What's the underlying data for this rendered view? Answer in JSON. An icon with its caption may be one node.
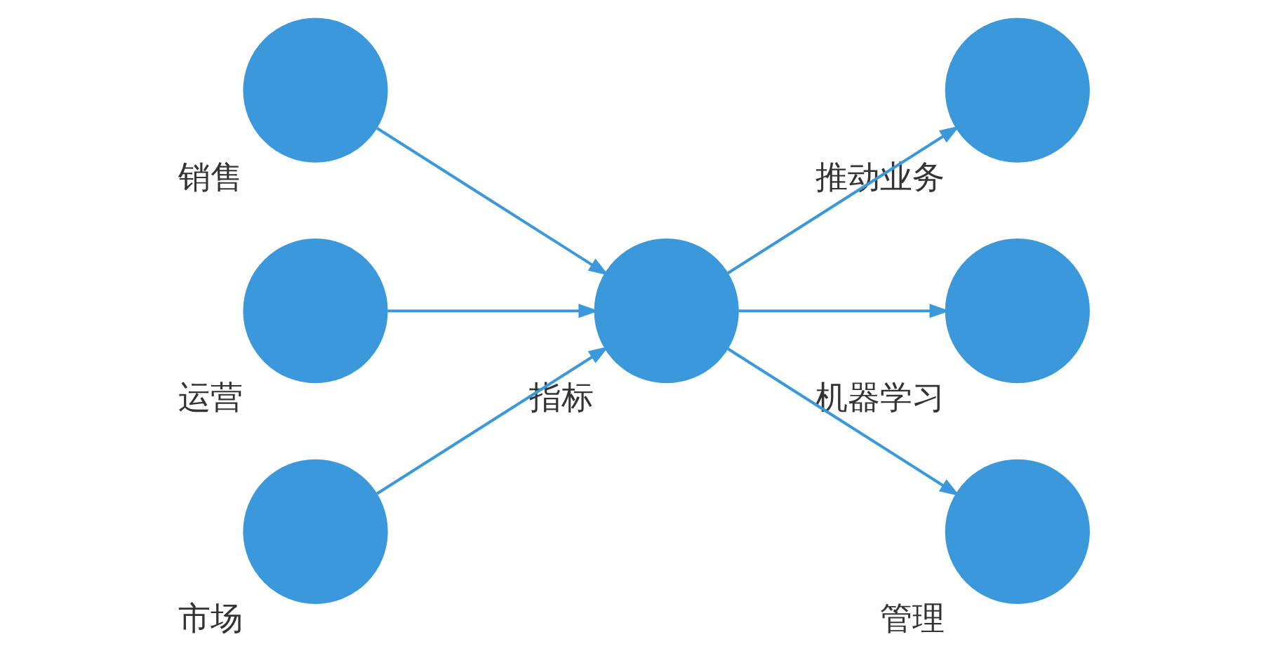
{
  "diagram": {
    "nodes": [
      {
        "text": [],
        "shape": "circle",
        "beside": [
          "销售"
        ]
      },
      {
        "text": [],
        "shape": "circle",
        "beside": [
          "运营"
        ]
      },
      {
        "text": [],
        "shape": "circle",
        "beside": [
          "市场"
        ]
      },
      {
        "text": [],
        "shape": "circle",
        "beside": [
          "指标"
        ]
      },
      {
        "text": [],
        "shape": "circle",
        "beside": [
          "推动业务"
        ]
      },
      {
        "text": [],
        "shape": "circle",
        "beside": [
          "机器学习"
        ]
      },
      {
        "text": [],
        "shape": "circle",
        "beside": [
          "管理"
        ]
      }
    ],
    "edges": [
      {
        "from": 0,
        "to": 3,
        "arrow": "to"
      },
      {
        "from": 1,
        "to": 3,
        "arrow": "to"
      },
      {
        "from": 2,
        "to": 3,
        "arrow": "to"
      },
      {
        "from": 3,
        "to": 4,
        "arrow": "to"
      },
      {
        "from": 3,
        "to": 5,
        "arrow": "to"
      },
      {
        "from": 3,
        "to": 6,
        "arrow": "to"
      }
    ]
  }
}
